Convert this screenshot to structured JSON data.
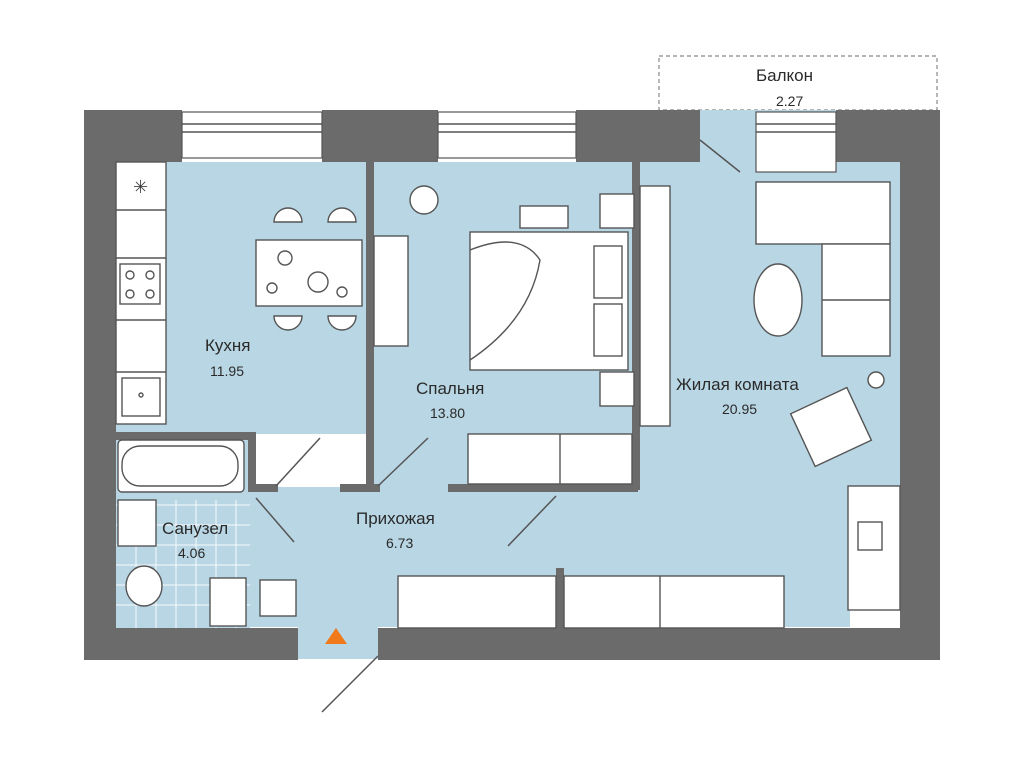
{
  "rooms": {
    "kitchen": {
      "name": "Кухня",
      "area": "11.95"
    },
    "bedroom": {
      "name": "Спальня",
      "area": "13.80"
    },
    "living": {
      "name": "Жилая комната",
      "area": "20.95"
    },
    "balcony": {
      "name": "Балкон",
      "area": "2.27"
    },
    "bathroom": {
      "name": "Санузел",
      "area": "4.06"
    },
    "hallway": {
      "name": "Прихожая",
      "area": "6.73"
    }
  },
  "colors": {
    "floor": "#b9d6e4",
    "wall": "#6b6b6b",
    "entrance_marker": "#f07a1a"
  },
  "icons": {
    "entrance": "entrance-triangle-icon"
  }
}
